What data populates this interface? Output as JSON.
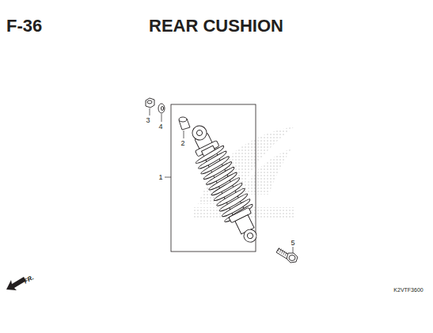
{
  "diagram": {
    "title": "REAR CUSHION",
    "labels": [
      "F-36",
      "3",
      "4",
      "2",
      "1",
      "5",
      "FR.",
      "K2VTF3600"
    ]
  }
}
